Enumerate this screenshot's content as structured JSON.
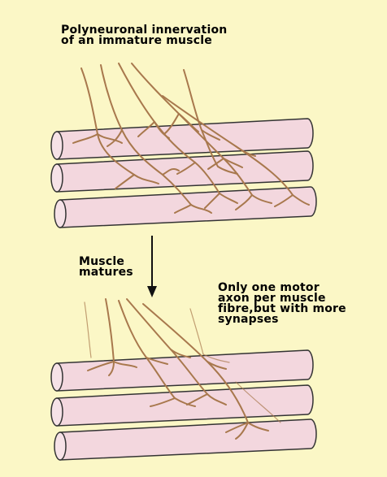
{
  "top_caption": {
    "line1": "Polyneuronal innervation",
    "line2": "of an immature muscle"
  },
  "transition_caption": {
    "line1": "Muscle",
    "line2": "matures"
  },
  "bottom_caption": {
    "line1": "Only one motor",
    "line2": "axon per muscle",
    "line3": "fibre,but with more",
    "line4": "synapses"
  },
  "colors": {
    "background": "#fbf7c6",
    "fibre_fill": "#f3d7de",
    "fibre_outline": "#333333",
    "axon": "#a8784d",
    "arrow": "#111111"
  }
}
